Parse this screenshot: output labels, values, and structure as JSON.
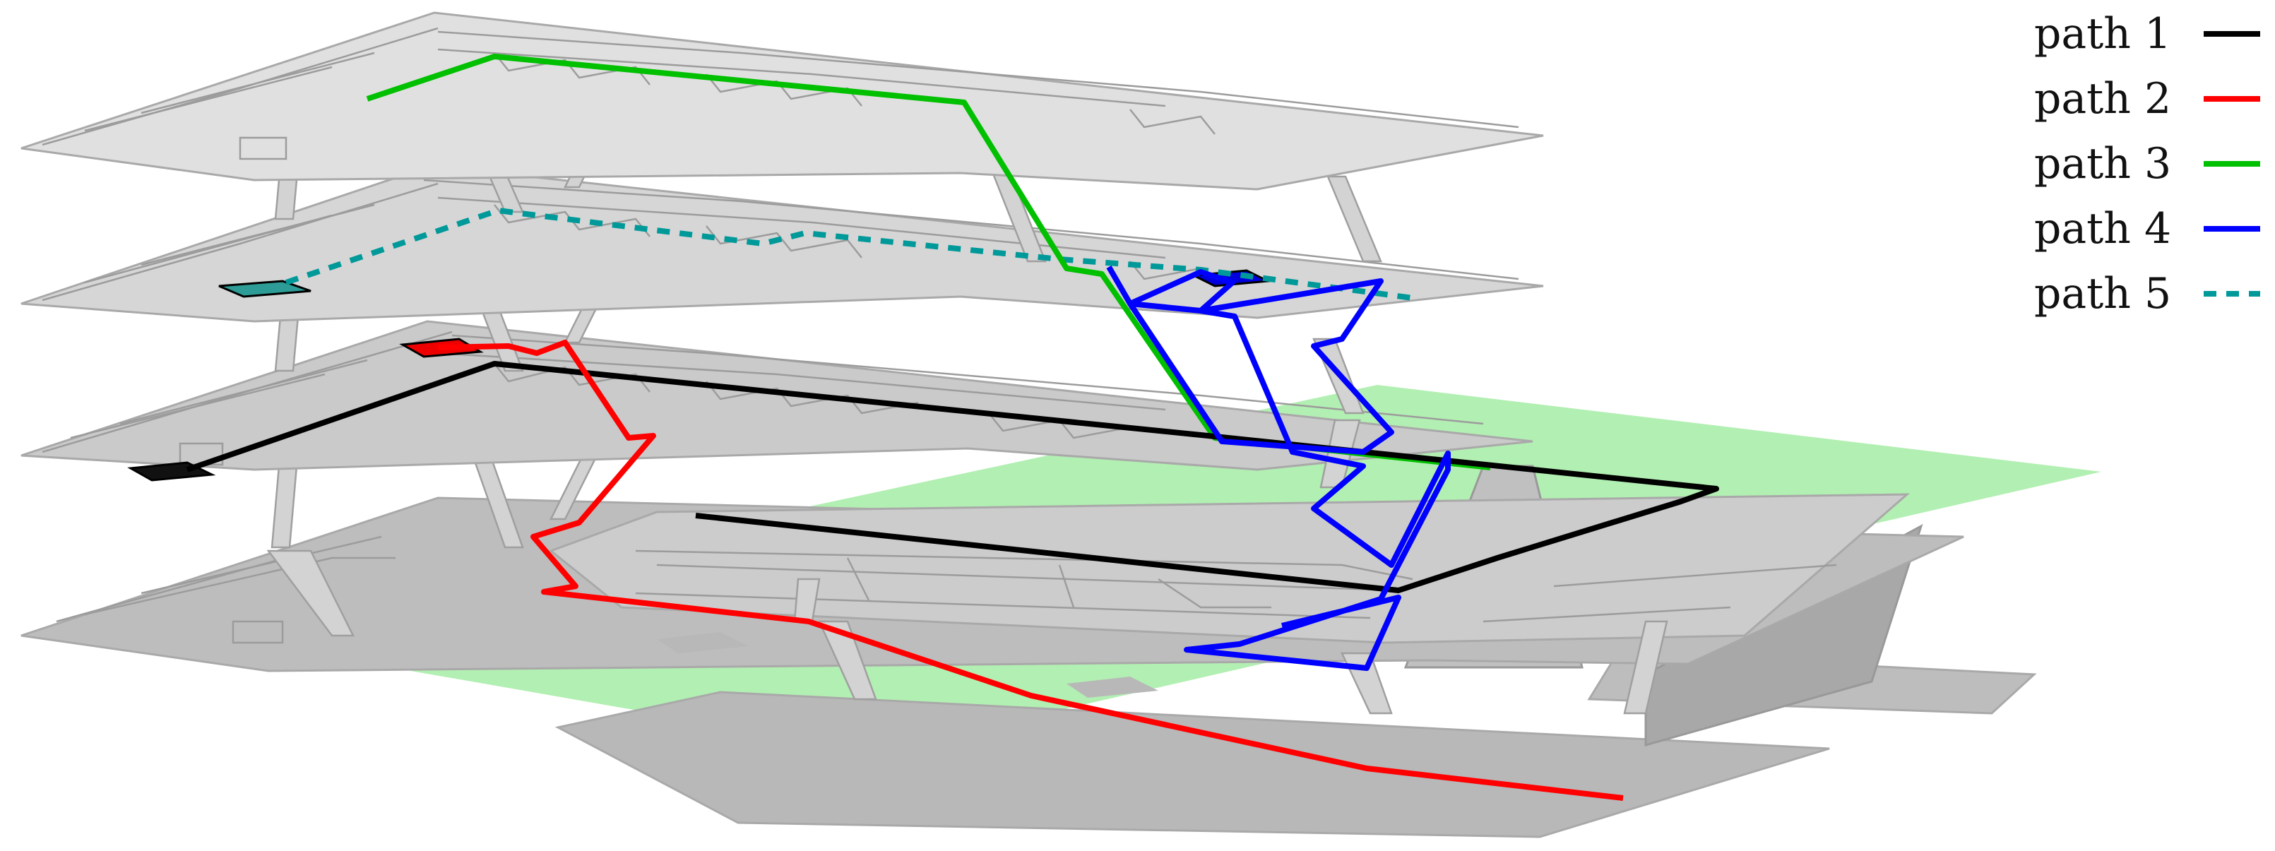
{
  "legend": {
    "items": [
      {
        "label": "path 1",
        "color": "#000000",
        "dashed": false
      },
      {
        "label": "path 2",
        "color": "#ff0000",
        "dashed": false
      },
      {
        "label": "path 3",
        "color": "#00c000",
        "dashed": false
      },
      {
        "label": "path 4",
        "color": "#0000ff",
        "dashed": false
      },
      {
        "label": "path 5",
        "color": "#009999",
        "dashed": true
      }
    ]
  },
  "colors": {
    "ground_plane": "#b2efb2",
    "floor_top": "#e0e0e0",
    "floor_second": "#d6d6d6",
    "floor_third": "#cacaca",
    "floor_bottom": "#b8b8b8",
    "building_side": "#c2c2c2",
    "connector": "#d3d3d3",
    "marker_teal": "#2e9c96"
  }
}
